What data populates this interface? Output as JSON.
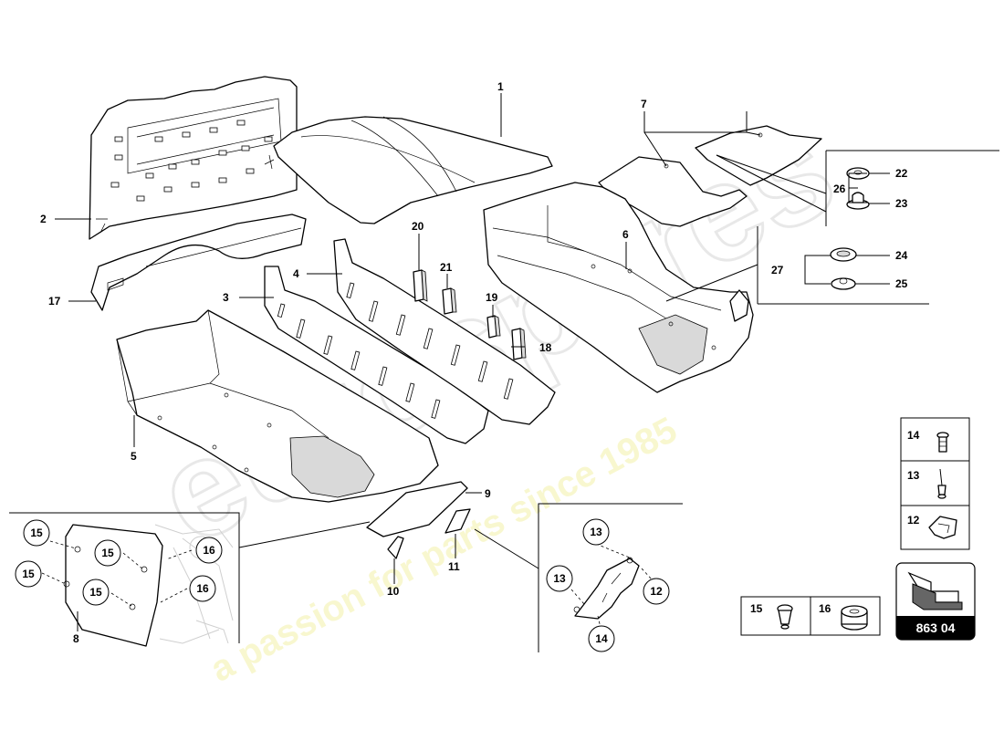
{
  "watermark": {
    "brand": "eurospares",
    "tagline": "a passion for parts since 1985"
  },
  "callouts": {
    "c1": "1",
    "c2": "2",
    "c3": "3",
    "c4": "4",
    "c5": "5",
    "c6": "6",
    "c7": "7",
    "c8": "8",
    "c9": "9",
    "c10": "10",
    "c11": "11",
    "c17": "17",
    "c18": "18",
    "c19": "19",
    "c20": "20",
    "c21": "21",
    "c22": "22",
    "c23": "23",
    "c24": "24",
    "c25": "25",
    "c26": "26",
    "c27": "27"
  },
  "detail_left": {
    "circles": [
      "15",
      "15",
      "15",
      "15",
      "16",
      "16"
    ]
  },
  "detail_right": {
    "circles": [
      "13",
      "13",
      "12",
      "14"
    ]
  },
  "legend_vertical": [
    {
      "number": "14",
      "icon": "bolt-icon"
    },
    {
      "number": "13",
      "icon": "rivet-icon"
    },
    {
      "number": "12",
      "icon": "clip-icon"
    }
  ],
  "legend_horizontal": [
    {
      "number": "15",
      "icon": "expanding-rivet-icon"
    },
    {
      "number": "16",
      "icon": "grommet-icon"
    }
  ],
  "page_badge": {
    "code": "863 04",
    "icon": "next-page-arrow-icon"
  }
}
